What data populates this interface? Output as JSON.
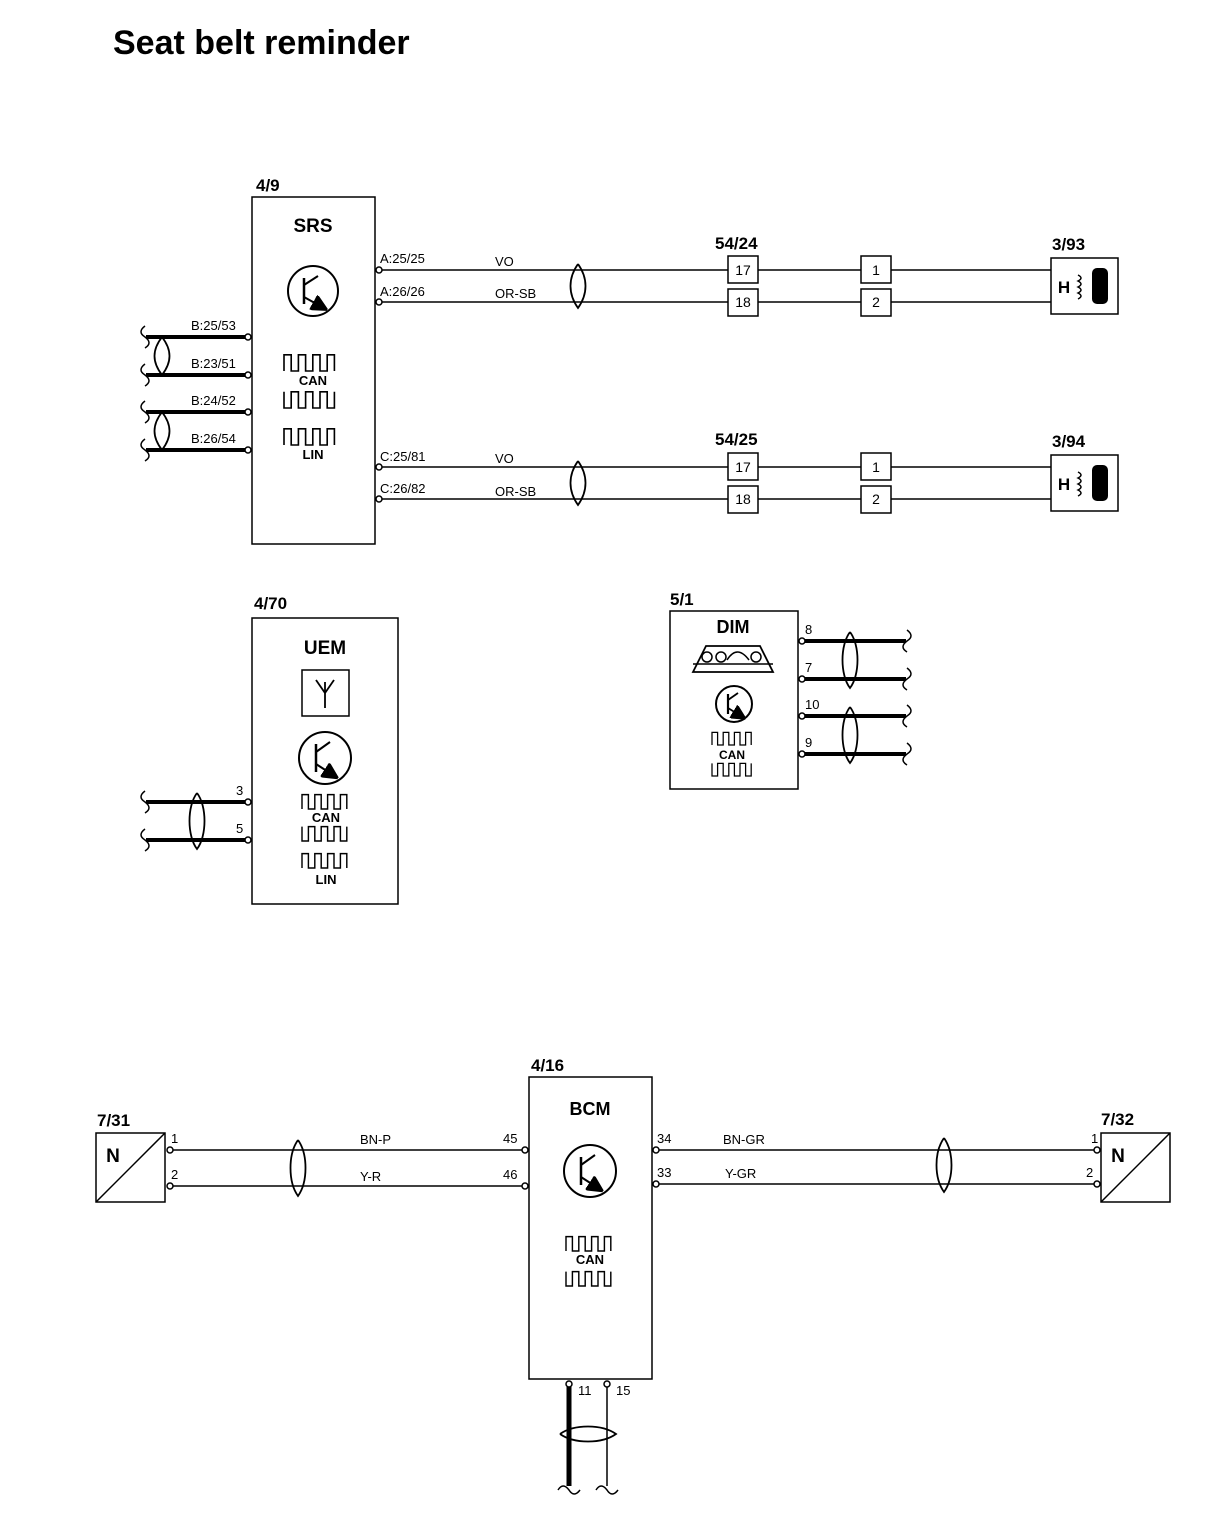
{
  "title": "Seat belt reminder",
  "srs": {
    "id": "4/9",
    "name": "SRS",
    "bus_can": "CAN",
    "bus_lin": "LIN",
    "pins_left": [
      "B:25/53",
      "B:23/51",
      "B:24/52",
      "B:26/54"
    ],
    "pins_right_top": [
      "A:25/25",
      "A:26/26"
    ],
    "pins_right_bottom": [
      "C:25/81",
      "C:26/82"
    ],
    "wire_colors": [
      "VO",
      "OR-SB"
    ]
  },
  "connector_upper": {
    "id": "54/24",
    "pins": [
      "17",
      "18"
    ],
    "inline_pins": [
      "1",
      "2"
    ]
  },
  "connector_lower": {
    "id": "54/25",
    "pins": [
      "17",
      "18"
    ],
    "inline_pins": [
      "1",
      "2"
    ]
  },
  "sensor_upper": {
    "id": "3/93",
    "letter": "H"
  },
  "sensor_lower": {
    "id": "3/94",
    "letter": "H"
  },
  "uem": {
    "id": "4/70",
    "name": "UEM",
    "pins": [
      "3",
      "5"
    ],
    "bus_can": "CAN",
    "bus_lin": "LIN"
  },
  "dim": {
    "id": "5/1",
    "name": "DIM",
    "pins": [
      "8",
      "7",
      "10",
      "9"
    ],
    "bus_can": "CAN"
  },
  "bcm": {
    "id": "4/16",
    "name": "BCM",
    "bus_can": "CAN",
    "pins_left": [
      "45",
      "46"
    ],
    "pins_right": [
      "34",
      "33"
    ],
    "pins_bottom": [
      "11",
      "15"
    ],
    "wire_colors_left": [
      "BN-P",
      "Y-R"
    ],
    "wire_colors_right": [
      "BN-GR",
      "Y-GR"
    ]
  },
  "switch_left": {
    "id": "7/31",
    "letter": "N",
    "pins": [
      "1",
      "2"
    ]
  },
  "switch_right": {
    "id": "7/32",
    "letter": "N",
    "pins": [
      "1",
      "2"
    ]
  }
}
